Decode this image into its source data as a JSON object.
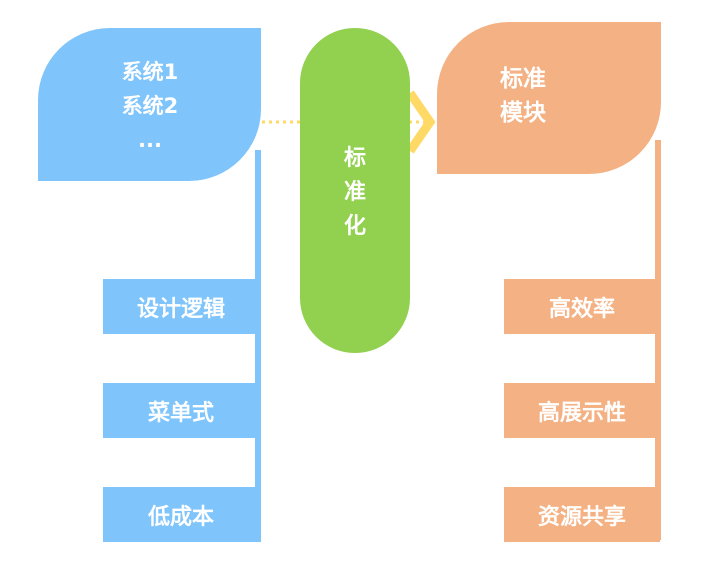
{
  "colors": {
    "left": "#7fc4fb",
    "middle": "#92d050",
    "right": "#f4b183",
    "connector": "#ffd966",
    "text": "#ffffff"
  },
  "left": {
    "head_lines": [
      "系统1",
      "系统2",
      "..."
    ],
    "items": [
      "设计逻辑",
      "菜单式",
      "低成本"
    ]
  },
  "middle": {
    "chars": [
      "标",
      "准",
      "化"
    ]
  },
  "right": {
    "head_lines": [
      "标准",
      "模块"
    ],
    "items": [
      "高效率",
      "高展示性",
      "资源共享"
    ]
  }
}
